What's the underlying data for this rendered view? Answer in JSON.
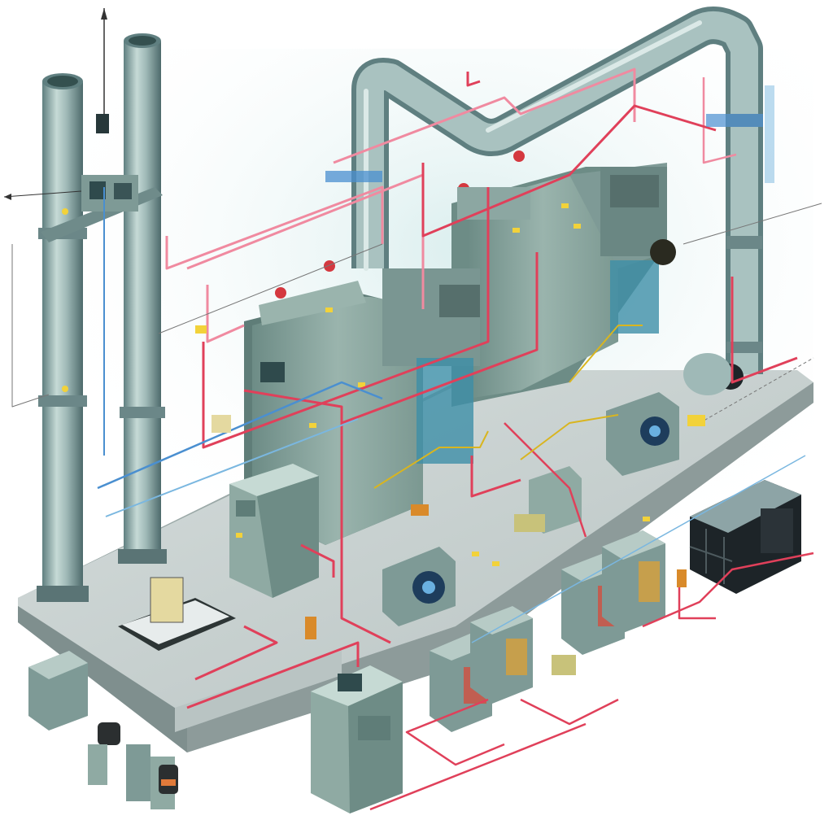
{
  "illustration": {
    "type": "isometric industrial boiler / power plant schematic",
    "text_labels": [],
    "palette": {
      "background": "#ffffff",
      "haze": "#d6ecec",
      "equipment_body": "#8faaa3",
      "equipment_shadow": "#5f7d78",
      "equipment_highlight": "#c6dad4",
      "pipe": "#9fb9b7",
      "pipe_dark": "#5f7f80",
      "cable_red": "#e0405a",
      "cable_pink": "#f08aa0",
      "cable_blue": "#4a8fd0",
      "warning_yellow": "#f2d23a",
      "slab": "#c7d1d0",
      "slab_side": "#7f8f8e",
      "dark_unit": "#1d2428"
    },
    "components": [
      "stack-pipes",
      "overhead-duct",
      "boiler-left",
      "boiler-right",
      "motor-pumps",
      "control-cabinets",
      "transformer",
      "wiring-network",
      "base-slab"
    ]
  }
}
